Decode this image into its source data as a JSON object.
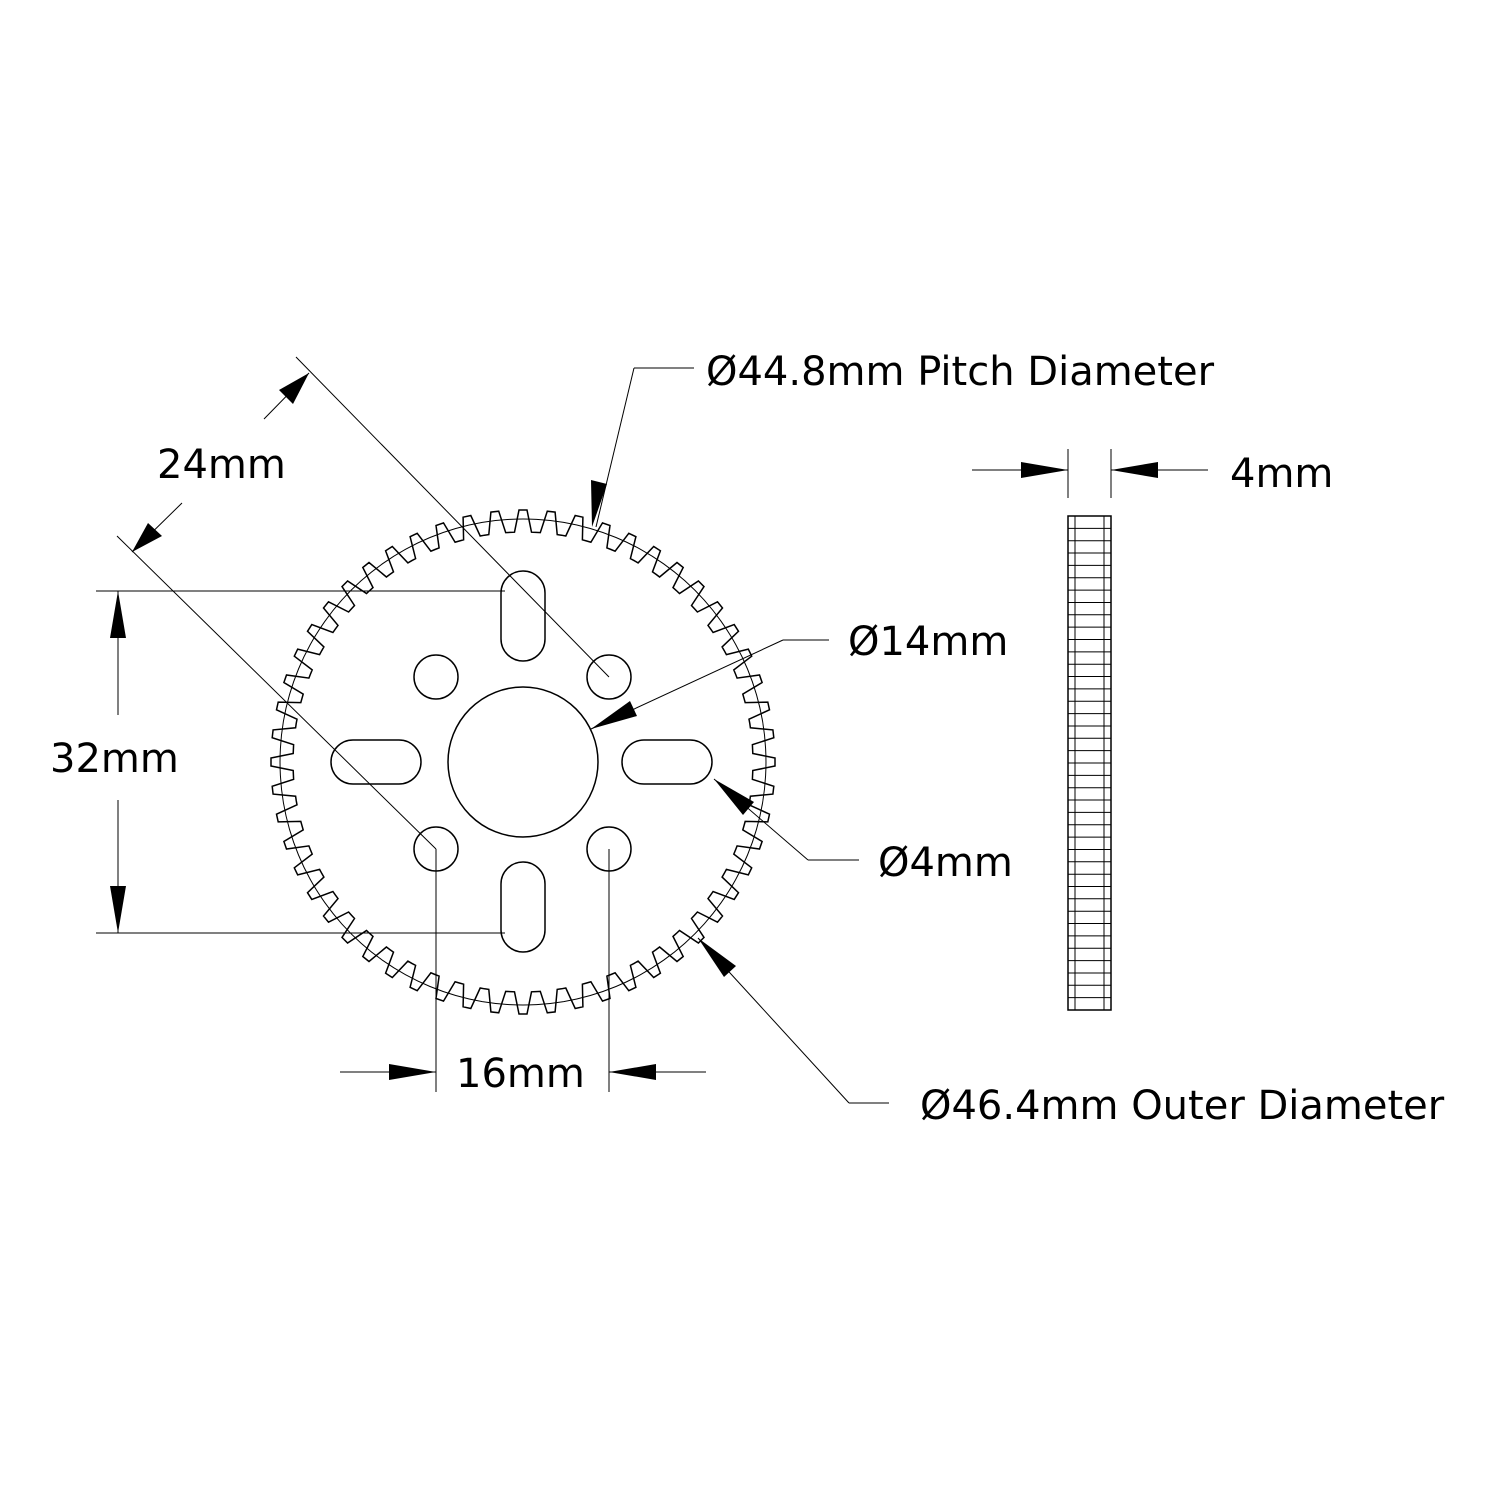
{
  "labels": {
    "pitch_diameter": "Ø44.8mm Pitch Diameter",
    "bolt_circle": "24mm",
    "slot_span": "32mm",
    "hole_spacing": "16mm",
    "bore": "Ø14mm",
    "hole": "Ø4mm",
    "outer_diameter": "Ø46.4mm Outer Diameter",
    "thickness": "4mm"
  },
  "gear": {
    "tooth_count": 56
  },
  "colors": {
    "line": "#000000",
    "background": "#ffffff"
  }
}
